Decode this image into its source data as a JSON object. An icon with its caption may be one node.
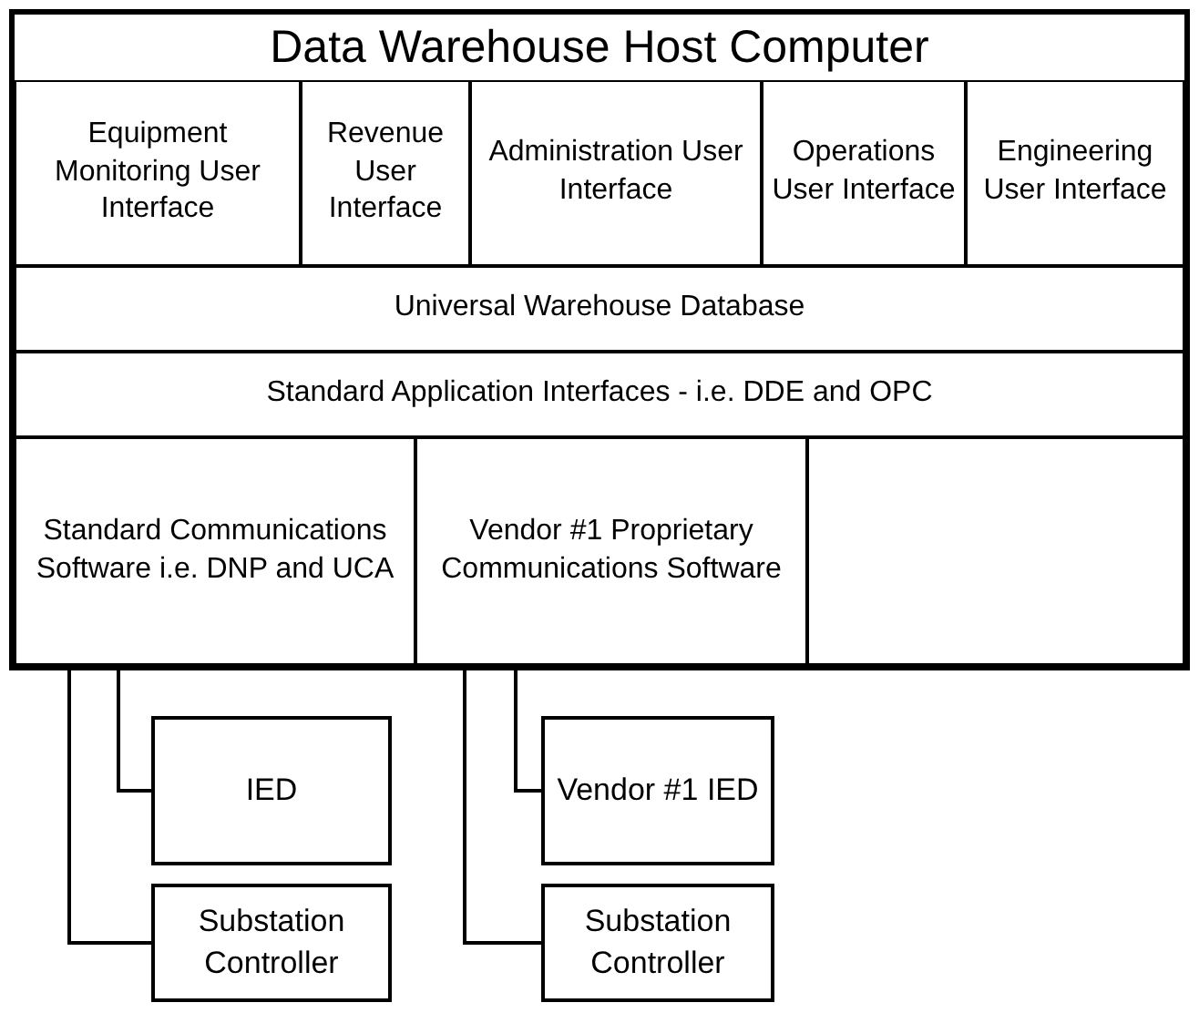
{
  "diagram": {
    "nodes": [
      {
        "text": [
          "Data Warehouse Host Computer"
        ]
      },
      {
        "text": [
          "Equipment Monitoring User Interface"
        ],
        "in": 0
      },
      {
        "text": [
          "Revenue User Interface"
        ],
        "in": 0
      },
      {
        "text": [
          "Administration User Interface"
        ],
        "in": 0
      },
      {
        "text": [
          "Operations User Interface"
        ],
        "in": 0
      },
      {
        "text": [
          "Engineering User Interface"
        ],
        "in": 0
      },
      {
        "text": [
          "Universal Warehouse Database"
        ],
        "in": 0
      },
      {
        "text": [
          "Standard Application Interfaces - i.e. DDE and OPC"
        ],
        "in": 0
      },
      {
        "text": [
          "Standard Communications Software i.e. DNP and UCA"
        ],
        "in": 0
      },
      {
        "text": [
          "Vendor #1 Proprietary Communications Software"
        ],
        "in": 0
      },
      {
        "text": [],
        "shape": "box",
        "in": 0
      },
      {
        "text": [
          "IED"
        ]
      },
      {
        "text": [
          "Vendor #1 IED"
        ]
      },
      {
        "text": [
          "Substation Controller"
        ]
      },
      {
        "text": [
          "Substation Controller"
        ]
      }
    ],
    "edges": [
      {
        "from": 8,
        "to": 11,
        "arrow": "none"
      },
      {
        "from": 8,
        "to": 13,
        "arrow": "none"
      },
      {
        "from": 9,
        "to": 12,
        "arrow": "none"
      },
      {
        "from": 9,
        "to": 14,
        "arrow": "none"
      }
    ]
  }
}
